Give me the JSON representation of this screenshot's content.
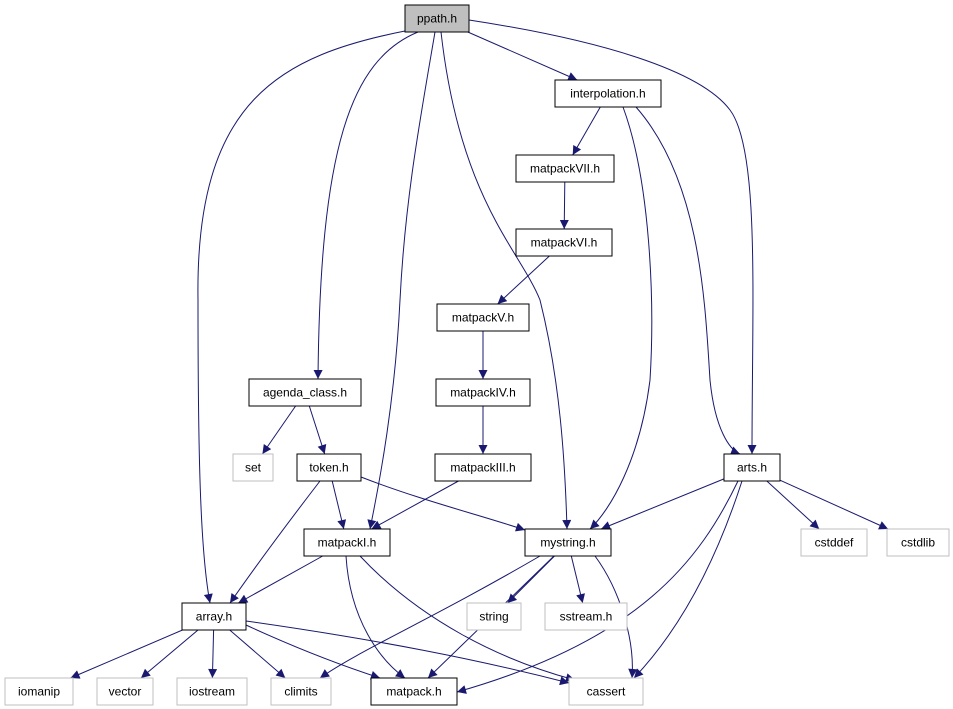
{
  "colors": {
    "edge": "#191970",
    "root_fill": "#bfbfbf",
    "system_border": "#bfbfbf",
    "node_border": "#000000"
  },
  "nodes": {
    "ppath": {
      "label": "ppath.h",
      "kind": "root"
    },
    "interpolation": {
      "label": "interpolation.h",
      "kind": "project"
    },
    "matpackVII": {
      "label": "matpackVII.h",
      "kind": "project"
    },
    "matpackVI": {
      "label": "matpackVI.h",
      "kind": "project"
    },
    "matpackV": {
      "label": "matpackV.h",
      "kind": "project"
    },
    "matpackIV": {
      "label": "matpackIV.h",
      "kind": "project"
    },
    "matpackIII": {
      "label": "matpackIII.h",
      "kind": "project"
    },
    "agenda_class": {
      "label": "agenda_class.h",
      "kind": "project"
    },
    "set": {
      "label": "set",
      "kind": "system"
    },
    "token": {
      "label": "token.h",
      "kind": "project"
    },
    "arts": {
      "label": "arts.h",
      "kind": "project"
    },
    "matpackI": {
      "label": "matpackI.h",
      "kind": "project"
    },
    "mystring": {
      "label": "mystring.h",
      "kind": "project"
    },
    "cstddef": {
      "label": "cstddef",
      "kind": "system"
    },
    "cstdlib": {
      "label": "cstdlib",
      "kind": "system"
    },
    "array": {
      "label": "array.h",
      "kind": "project"
    },
    "string": {
      "label": "string",
      "kind": "system"
    },
    "sstream": {
      "label": "sstream.h",
      "kind": "system"
    },
    "iomanip": {
      "label": "iomanip",
      "kind": "system"
    },
    "vector": {
      "label": "vector",
      "kind": "system"
    },
    "iostream": {
      "label": "iostream",
      "kind": "system"
    },
    "climits": {
      "label": "climits",
      "kind": "system"
    },
    "matpack": {
      "label": "matpack.h",
      "kind": "project"
    },
    "cassert": {
      "label": "cassert",
      "kind": "system"
    }
  },
  "edges": [
    [
      "ppath",
      "interpolation"
    ],
    [
      "ppath",
      "agenda_class"
    ],
    [
      "ppath",
      "matpackI"
    ],
    [
      "ppath",
      "mystring"
    ],
    [
      "ppath",
      "array"
    ],
    [
      "ppath",
      "arts"
    ],
    [
      "interpolation",
      "matpackVII"
    ],
    [
      "interpolation",
      "mystring"
    ],
    [
      "interpolation",
      "arts"
    ],
    [
      "matpackVII",
      "matpackVI"
    ],
    [
      "matpackVI",
      "matpackV"
    ],
    [
      "matpackV",
      "matpackIV"
    ],
    [
      "matpackIV",
      "matpackIII"
    ],
    [
      "matpackIII",
      "matpackI"
    ],
    [
      "agenda_class",
      "set"
    ],
    [
      "agenda_class",
      "token"
    ],
    [
      "token",
      "matpackI"
    ],
    [
      "token",
      "mystring"
    ],
    [
      "token",
      "array"
    ],
    [
      "arts",
      "mystring"
    ],
    [
      "arts",
      "cstddef"
    ],
    [
      "arts",
      "cstdlib"
    ],
    [
      "arts",
      "matpack"
    ],
    [
      "arts",
      "cassert"
    ],
    [
      "matpackI",
      "array"
    ],
    [
      "matpackI",
      "matpack"
    ],
    [
      "matpackI",
      "cassert"
    ],
    [
      "mystring",
      "string"
    ],
    [
      "mystring",
      "sstream"
    ],
    [
      "mystring",
      "climits"
    ],
    [
      "mystring",
      "matpack"
    ],
    [
      "mystring",
      "cassert"
    ],
    [
      "array",
      "iomanip"
    ],
    [
      "array",
      "vector"
    ],
    [
      "array",
      "iostream"
    ],
    [
      "array",
      "climits"
    ],
    [
      "array",
      "matpack"
    ],
    [
      "array",
      "cassert"
    ]
  ]
}
